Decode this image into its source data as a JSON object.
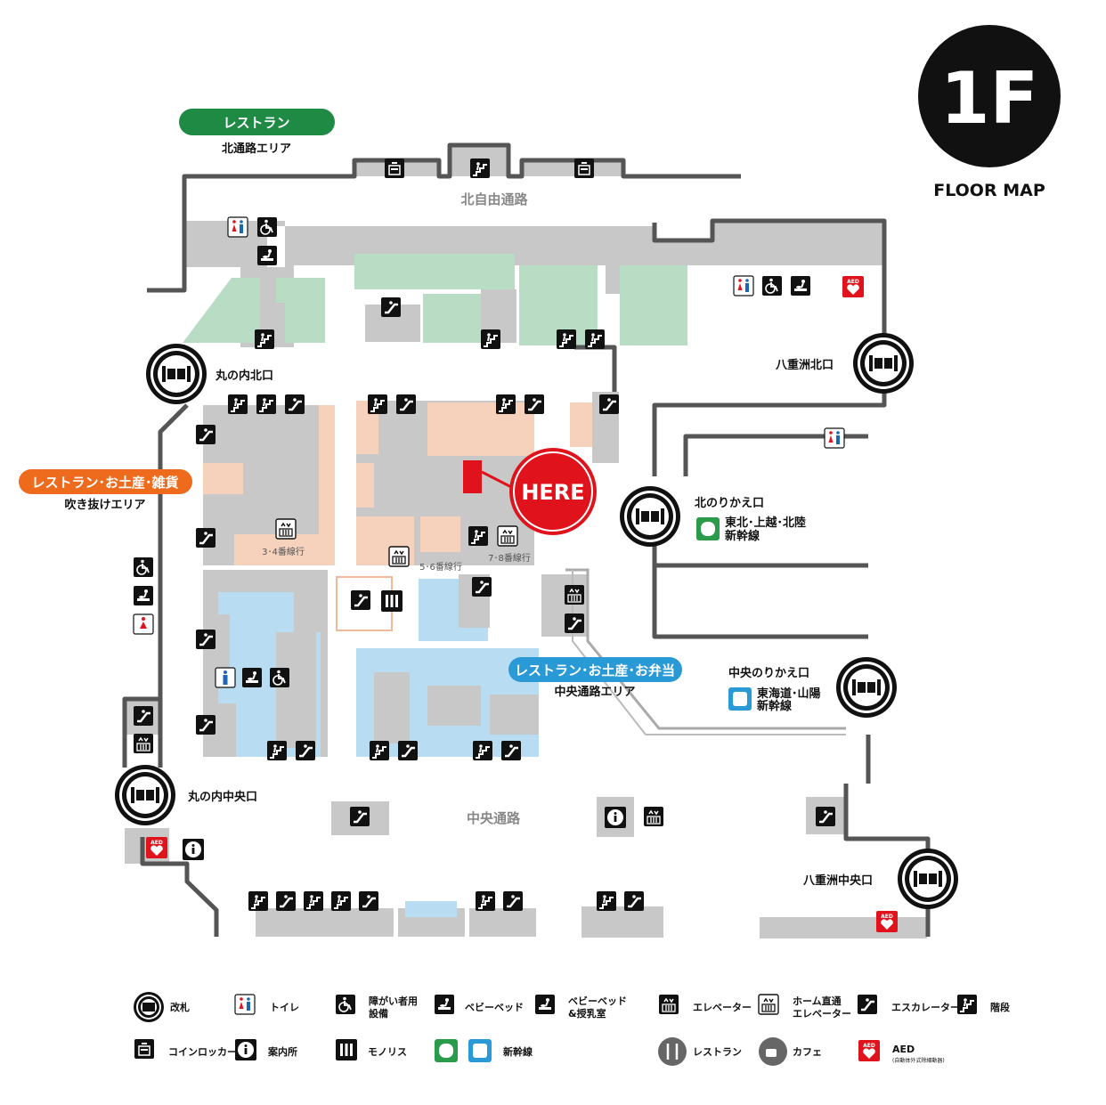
{
  "floor": {
    "label": "1F",
    "caption": "FLOOR MAP"
  },
  "here_label": "HERE",
  "zones": {
    "north_restaurant": {
      "title": "レストラン",
      "sub": "北通路エリア",
      "color": "#1e8a44"
    },
    "fukinuke": {
      "title": "レストラン･お土産･雑貨",
      "sub": "吹き抜けエリア",
      "color": "#ee6b1e"
    },
    "central": {
      "title": "レストラン･お土産･お弁当",
      "sub": "中央通路エリア",
      "color": "#2a9ad7"
    }
  },
  "corridors": {
    "north": "北自由通路",
    "central": "中央通路"
  },
  "gates": {
    "marunouchi_north": "丸の内北口",
    "yaesu_north": "八重洲北口",
    "north_transfer": "北のりかえ口",
    "central_transfer": "中央のりかえ口",
    "marunouchi_central": "丸の内中央口",
    "yaesu_central": "八重洲中央口"
  },
  "shinkansen": {
    "tohoku": {
      "line1": "東北･上越･北陸",
      "line2": "新幹線"
    },
    "tokaido": {
      "line1": "東海道･山陽",
      "line2": "新幹線"
    }
  },
  "platform_elevators": [
    "3･4番線行",
    "5･6番線行",
    "7･8番線行"
  ],
  "legend": [
    {
      "icon": "ticket-gate-icon",
      "label": "改札"
    },
    {
      "icon": "toilet-icon",
      "label": "トイレ"
    },
    {
      "icon": "accessible-toilet-icon",
      "label": "障がい者用\n設備"
    },
    {
      "icon": "baby-bed-icon",
      "label": "ベビーベッド"
    },
    {
      "icon": "baby-bed-nursing-icon",
      "label": "ベビーベッド\n&授乳室"
    },
    {
      "icon": "elevator-icon",
      "label": "エレベーター"
    },
    {
      "icon": "platform-elevator-icon",
      "label": "ホーム直通\nエレベーター"
    },
    {
      "icon": "escalator-icon",
      "label": "エスカレーター"
    },
    {
      "icon": "stairs-icon",
      "label": "階段"
    },
    {
      "icon": "coin-locker-icon",
      "label": "コインロッカー"
    },
    {
      "icon": "info-icon",
      "label": "案内所"
    },
    {
      "icon": "monolith-icon",
      "label": "モノリス"
    },
    {
      "icon": "shinkansen-icon",
      "label": "新幹線"
    },
    {
      "icon": "restaurant-icon",
      "label": "レストラン"
    },
    {
      "icon": "cafe-icon",
      "label": "カフェ"
    },
    {
      "icon": "aed-icon",
      "label": "AED",
      "sub": "(自動体外式除細動器)"
    }
  ],
  "colors": {
    "here": "#e0131c",
    "wall": "#555555",
    "shop_grey": "#c8c8c8",
    "peach": "#f6d2bd",
    "mint": "#b9dcc5",
    "sky": "#b8dcf1"
  }
}
